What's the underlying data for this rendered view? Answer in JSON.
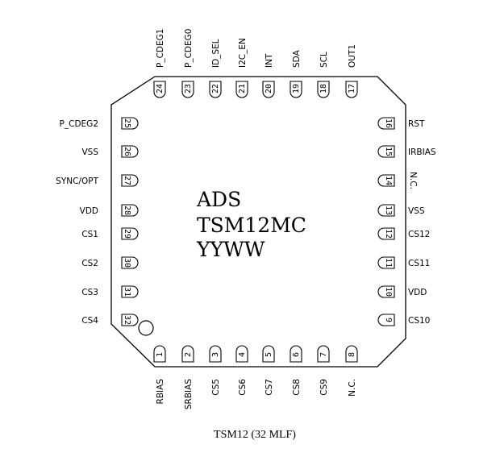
{
  "package": {
    "marking_lines": [
      "ADS",
      "TSM12MC",
      "YYWW"
    ],
    "caption": "TSM12 (32 MLF)"
  },
  "pins": {
    "left": [
      {
        "num": "25",
        "name": "P_CDEG2"
      },
      {
        "num": "26",
        "name": "VSS"
      },
      {
        "num": "27",
        "name": "SYNC/OPT"
      },
      {
        "num": "28",
        "name": "VDD"
      },
      {
        "num": "29",
        "name": "CS1"
      },
      {
        "num": "30",
        "name": "CS2"
      },
      {
        "num": "31",
        "name": "CS3"
      },
      {
        "num": "32",
        "name": "CS4"
      }
    ],
    "right": [
      {
        "num": "16",
        "name": "RST"
      },
      {
        "num": "15",
        "name": "IRBIAS"
      },
      {
        "num": "14",
        "name": "N.C."
      },
      {
        "num": "13",
        "name": "VSS"
      },
      {
        "num": "12",
        "name": "CS12"
      },
      {
        "num": "11",
        "name": "CS11"
      },
      {
        "num": "10",
        "name": "VDD"
      },
      {
        "num": "9",
        "name": "CS10"
      }
    ],
    "top": [
      {
        "num": "24",
        "name": "P_CDEG1"
      },
      {
        "num": "23",
        "name": "P_CDEG0"
      },
      {
        "num": "22",
        "name": "ID_SEL"
      },
      {
        "num": "21",
        "name": "I2C_EN"
      },
      {
        "num": "20",
        "name": "INT"
      },
      {
        "num": "19",
        "name": "SDA"
      },
      {
        "num": "18",
        "name": "SCL"
      },
      {
        "num": "17",
        "name": "OUT1"
      }
    ],
    "bottom": [
      {
        "num": "1",
        "name": "RBIAS"
      },
      {
        "num": "2",
        "name": "SRBIAS"
      },
      {
        "num": "3",
        "name": "CS5"
      },
      {
        "num": "4",
        "name": "CS6"
      },
      {
        "num": "5",
        "name": "CS7"
      },
      {
        "num": "6",
        "name": "CS8"
      },
      {
        "num": "7",
        "name": "CS9"
      },
      {
        "num": "8",
        "name": "N.C."
      }
    ]
  }
}
